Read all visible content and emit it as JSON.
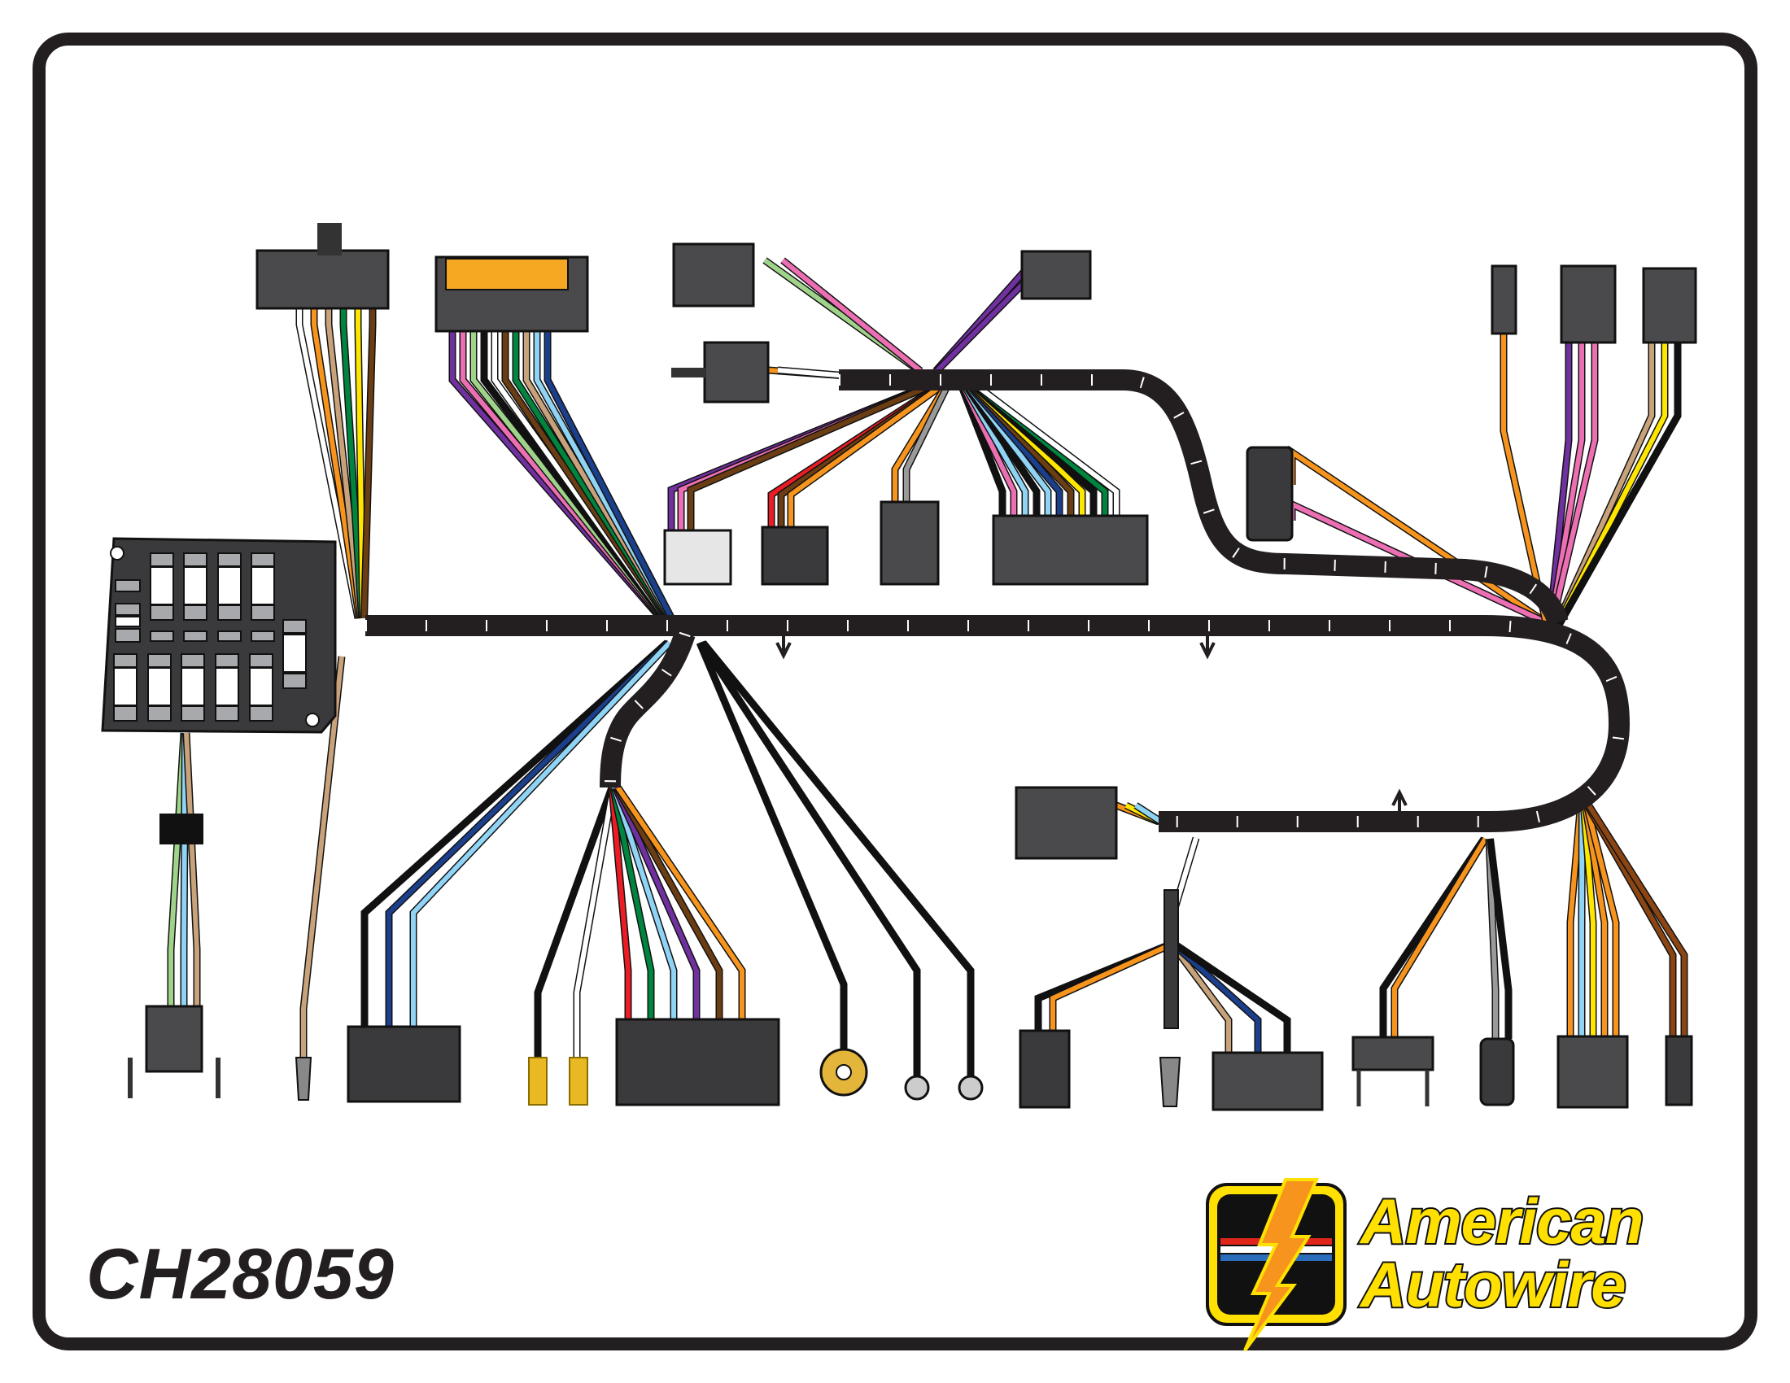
{
  "diagram": {
    "part_number": "CH28059",
    "brand": {
      "line1": "American",
      "line2": "Autowire",
      "logo": "lightning-bolt-flag-badge"
    },
    "colors": {
      "harness": "#231f20",
      "connector": "#4a4a4c",
      "frame": "#231f20",
      "brand_yellow": "#ffe000"
    }
  }
}
